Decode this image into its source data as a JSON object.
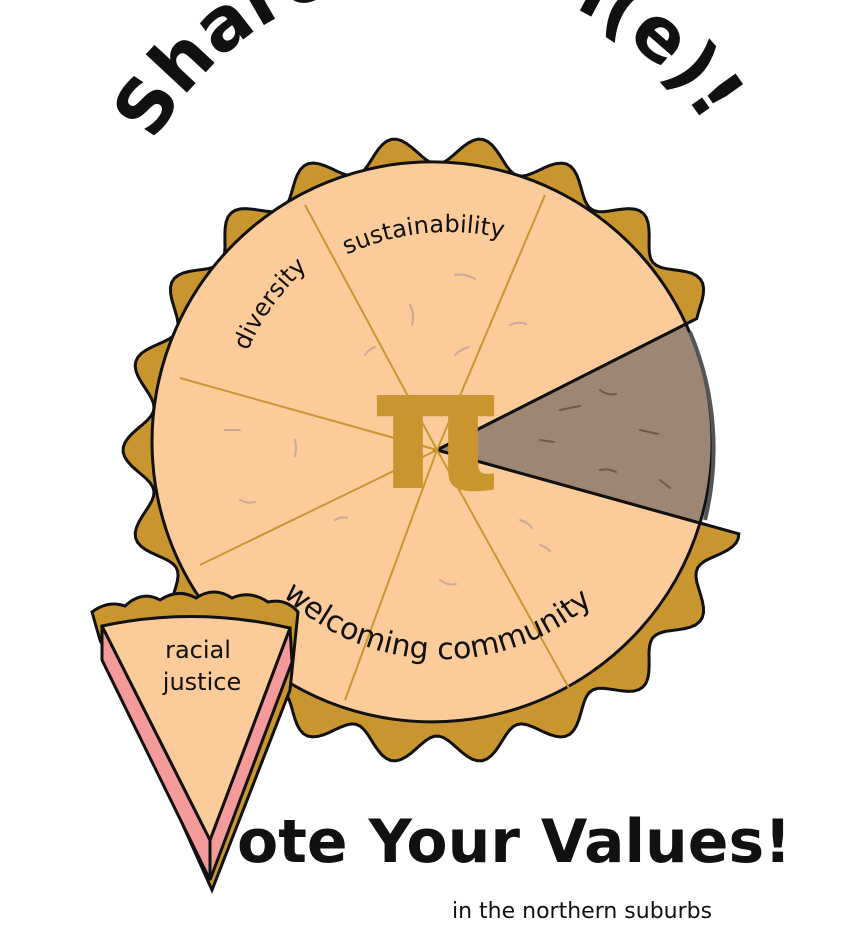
{
  "poster": {
    "headline": "Share the Pi(e)!",
    "pi_symbol": "π",
    "slices": {
      "diversity": "diversity",
      "sustainability": "sustainability",
      "welcoming": "welcoming community"
    },
    "slice_piece": {
      "line1": "racial",
      "line2": "justice"
    },
    "tagline": "ote Your Values!",
    "subline": "in the northern suburbs"
  },
  "colors": {
    "crust": "#C8952E",
    "filling": "#FCCB9A",
    "missing_slice": "#9E8674",
    "pi": "#C8952E",
    "slice_side": "#F59A9A",
    "outline": "#111111"
  }
}
